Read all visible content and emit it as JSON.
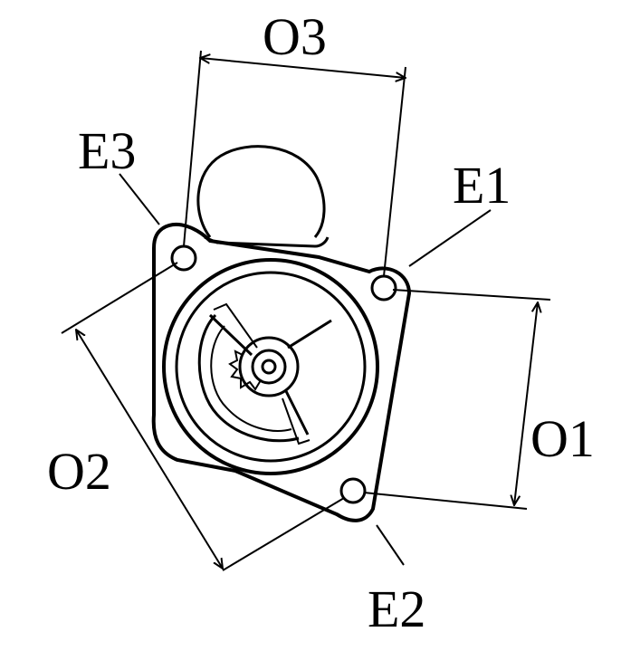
{
  "labels": {
    "e1": "E1",
    "e2": "E2",
    "e3": "E3",
    "o1": "O1",
    "o2": "O2",
    "o3": "O3"
  }
}
